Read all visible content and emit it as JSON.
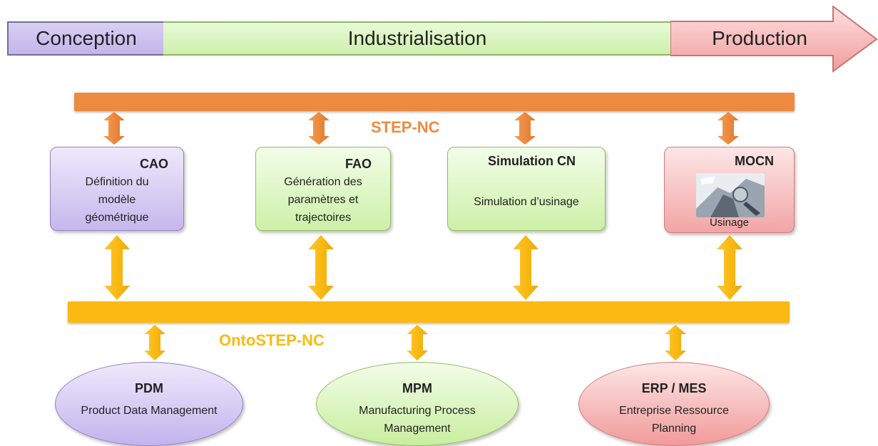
{
  "phases": {
    "conception": "Conception",
    "industrialisation": "Industrialisation",
    "production": "Production"
  },
  "buses": {
    "step_nc": "STEP-NC",
    "ontostep_nc": "OntoSTEP-NC"
  },
  "boxes": {
    "cao": {
      "title": "CAO",
      "lines": [
        "Définition du",
        "modèle",
        "géométrique"
      ]
    },
    "fao": {
      "title": "FAO",
      "lines": [
        "Génération des",
        "paramètres et",
        "trajectoires"
      ]
    },
    "sim": {
      "title": "Simulation CN",
      "lines": [
        "Simulation d’usinage"
      ]
    },
    "mocn": {
      "title": "MOCN",
      "caption": "Usinage"
    }
  },
  "ellipses": {
    "pdm": {
      "title": "PDM",
      "lines": [
        "Product Data Management"
      ]
    },
    "mpm": {
      "title": "MPM",
      "lines": [
        "Manufacturing Process",
        "Management"
      ]
    },
    "erp": {
      "title": "ERP / MES",
      "lines": [
        "Entreprise Ressource",
        "Planning"
      ]
    }
  },
  "colors": {
    "step_bar": "#ed8a3f",
    "onto_bar": "#fbba12",
    "conception": "#c3b5ea",
    "industrialisation": "#cdefab",
    "production": "#f4a6a6"
  }
}
